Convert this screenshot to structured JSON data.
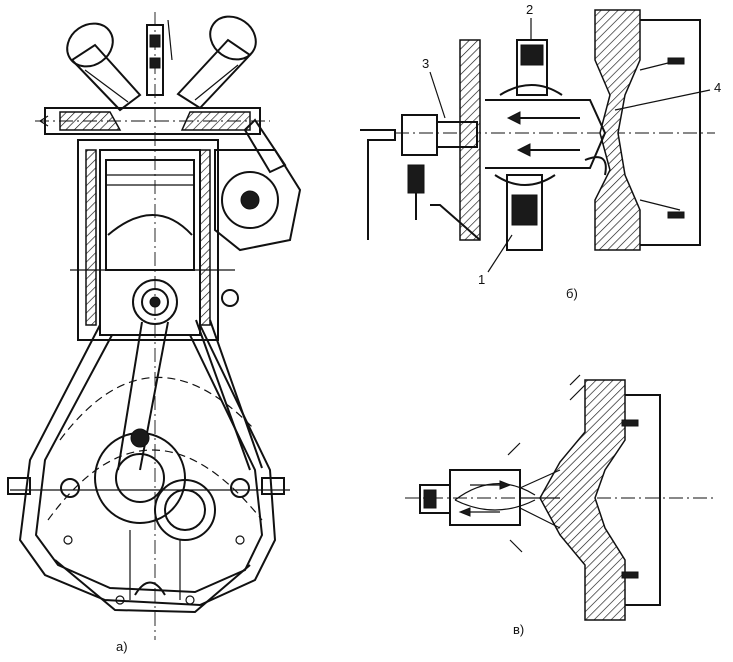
{
  "panels": [
    {
      "id": "a",
      "caption": "а)"
    },
    {
      "id": "b",
      "caption": "б)"
    },
    {
      "id": "v",
      "caption": "в)"
    }
  ],
  "callouts": [
    "1",
    "2",
    "3",
    "4"
  ],
  "colors": {
    "ink": "#111111",
    "background": "#ffffff"
  }
}
